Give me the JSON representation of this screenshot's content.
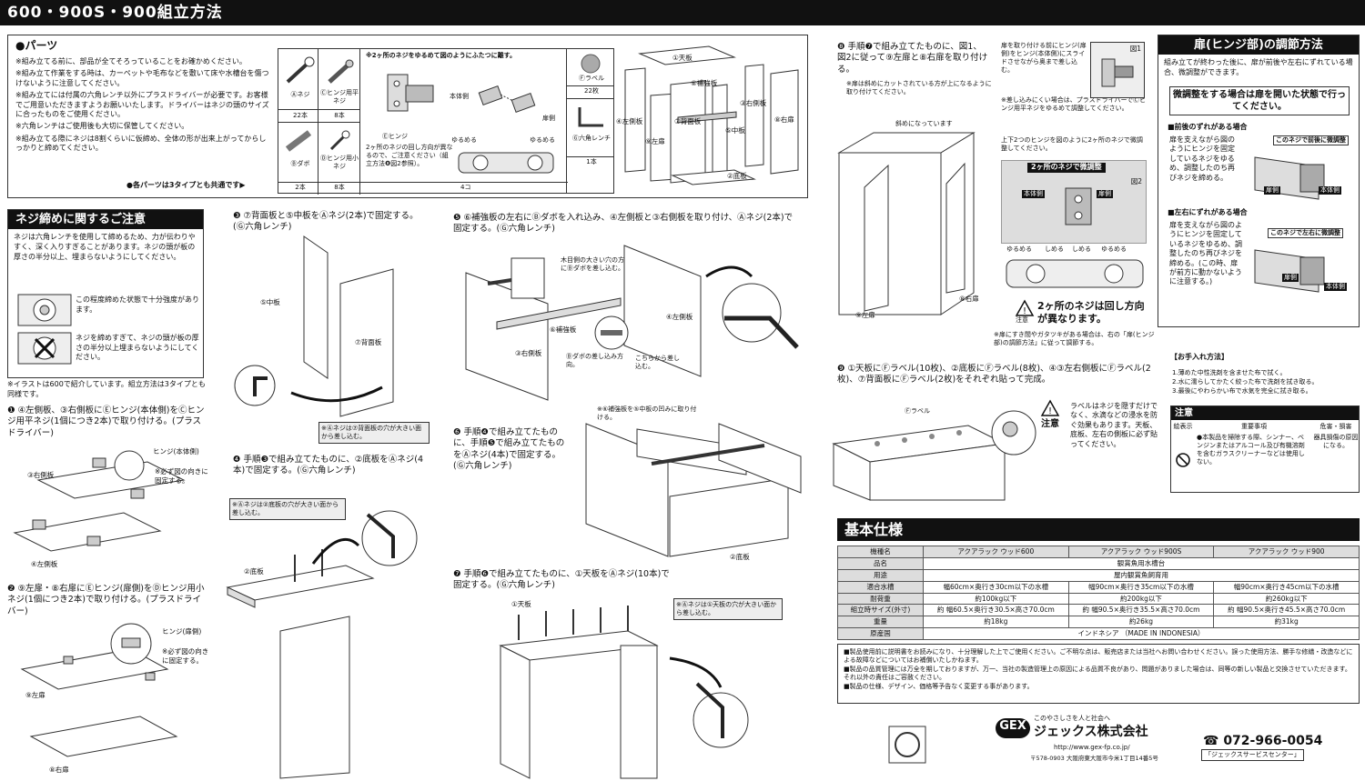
{
  "header": {
    "title": "600・900S・900組立方法"
  },
  "parts": {
    "heading": "●パーツ",
    "notes": [
      "※組み立てる前に、部品が全てそろっていることをお確かめください。",
      "※組み立て作業をする時は、カーペットや毛布などを敷いて床や水槽台を傷つけないように注意してください。",
      "※組み立てには付属の六角レンチ以外にプラスドライバーが必要です。お客様でご用意いただきますようお願いいたします。ドライバーはネジの頭のサイズに合ったものをご使用ください。",
      "※六角レンチはご使用後も大切に保管してください。",
      "※組み立てる際にネジは8割くらいに仮締め、全体の形が出来上がってからしっかりと締めてください。"
    ],
    "common_note": "●各パーツは3タイプとも共通です▶",
    "items": [
      {
        "name": "Ⓐネジ",
        "qty": "22本"
      },
      {
        "name": "Ⓒヒンジ用平ネジ",
        "qty": "8本"
      },
      {
        "name": "Ⓑダボ",
        "qty": "2本"
      },
      {
        "name": "Ⓓヒンジ用小ネジ",
        "qty": "8本"
      },
      {
        "name": "Ⓔヒンジ",
        "qty": "4コ"
      },
      {
        "name": "Ⓕラベル",
        "qty": "22枚"
      },
      {
        "name": "Ⓖ六角レンチ",
        "qty": "1本"
      }
    ],
    "hinge_note": "※2ヶ所のネジをゆるめて図のようにふたつに離す。",
    "hinge_side_body": "本体側",
    "hinge_side_door": "扉側",
    "loosen": "ゆるめる",
    "hinge_dir_note": "2ヶ所のネジの回し方向が異なるので、ご注意ください（組立方法❽図2参照）。",
    "panels": [
      "①天板",
      "②底板",
      "③右側板",
      "④左側板",
      "⑤中板",
      "⑥補強板",
      "⑦背面板",
      "⑧右扉",
      "⑨左扉"
    ]
  },
  "screw_caution": {
    "title": "ネジ締めに関するご注意",
    "text": "ネジは六角レンチを使用して締めるため、力が伝わりやすく、深く入りすぎることがあります。ネジの頭が板の厚さの半分以上、埋まらないようにしてください。",
    "ok": "この程度締めた状態で十分強度があります。",
    "ng": "ネジを締めすぎて、ネジの頭が板の厚さの半分以上埋まらないようにしてください。"
  },
  "illus_note": "※イラストは600で紹介しています。組立方法は3タイプとも同様です。",
  "steps": {
    "s1": "❶ ④左側板、③右側板にⒺヒンジ(本体側)をⒸヒンジ用平ネジ(1個につき2本)で取り付ける。(プラスドライバー)",
    "s1_hinge": "ヒンジ(本体側)",
    "s1_hinge_note": "※必ず図の向きに固定する。",
    "s2": "❷ ⑨左扉・⑧右扉にⒺヒンジ(扉側)をⒹヒンジ用小ネジ(1個につき2本)で取り付ける。(プラスドライバー)",
    "s2_hinge": "ヒンジ(扉側)",
    "s3": "❸ ⑦背面板と⑤中板をⒶネジ(2本)で固定する。(Ⓖ六角レンチ)",
    "s3_note": "※Ⓐネジは⑦背面板の穴が大きい面から差し込む。",
    "s4": "❹ 手順❸で組み立てたものに、②底板をⒶネジ(4本)で固定する。(Ⓖ六角レンチ)",
    "s4_note": "※Ⓐネジは②底板の穴が大きい面から差し込む。",
    "s5": "❺ ⑥補強板の左右にⒷダボを入れ込み、④左側板と③右側板を取り付け、Ⓐネジ(2本)で固定する。(Ⓖ六角レンチ)",
    "s5_grain": "木目側の大きい穴の方にⒷダボを差し込む。",
    "s5_dabo": "Ⓑダボの差し込み方向。",
    "s5_here": "こちらから差し込む。",
    "s6": "❻ 手順❹で組み立てたものに、手順❺で組み立てたものをⒶネジ(4本)で固定する。(Ⓖ六角レンチ)",
    "s6_note": "※⑥補強板を⑤中板の凹みに取り付ける。",
    "s7": "❼ 手順❻で組み立てたものに、①天板をⒶネジ(10本)で固定する。(Ⓖ六角レンチ)",
    "s7_note": "※Ⓐネジは①天板の穴が大きい面から差し込む。",
    "s8": "❽ 手順❼で組み立てたものに、図1、図2に従って⑨左扉と⑧右扉を取り付ける。",
    "s8_note": "※扉は斜めにカットされている方が上になるように取り付けてください。",
    "s8_slant": "斜めになっています",
    "s8_fig1": "扉を取り付ける前にヒンジ(扉側)をヒンジ(本体側)にスライドさせながら奥まで差し込む。",
    "s8_fig1b": "※差し込みにくい場合は、プラスドライバーでⒸヒンジ用平ネジをゆるめて調整してください。",
    "s8_fig2": "上下2つのヒンジを図のように2ヶ所のネジで微調整してください。",
    "s8_fine": "2ヶ所のネジで微調整",
    "s8_turn": "2ヶ所のネジは回し方向が異なります。",
    "s8_loose": "ゆるめる",
    "s8_tight": "しめる",
    "s8_caution": "注意",
    "s8_bottom": "※扉にすき間やガタツキがある場合は、右の「扉(ヒンジ部)の調節方法」に従って調節する。",
    "fig1": "図1",
    "fig2": "図2",
    "s9": "❾ ①天板にⒻラベル(10枚)、②底板にⒻラベル(8枚)、④③左右側板にⒻラベル(2枚)、⑦背面板にⒻラベル(2枚)をそれぞれ貼って完成。",
    "s9_label": "Ⓕラベル",
    "s9_caution": "ラベルはネジを隠すだけでなく、水滴などの浸水を防ぐ効果もあります。天板、底板、左右の側板に必ず貼ってください。"
  },
  "door_adjust": {
    "title": "扉(ヒンジ部)の調節方法",
    "text": "組み立てが終わった後に、扉が前後や左右にずれている場合、微調整ができます。",
    "notice": "微調整をする場合は扉を開いた状態で行ってください。",
    "fb_title": "■前後のずれがある場合",
    "fb_text": "扉を支えながら図のようにヒンジを固定しているネジをゆるめ、調整したのち再びネジを締める。",
    "fb_screw": "このネジで前後に微調整",
    "lr_title": "■左右にずれがある場合",
    "lr_text": "扉を支えながら図のようにヒンジを固定しているネジをゆるめ、調整したのち再びネジを締める。(この時、扉が前方に動かないように注意する。)",
    "lr_screw": "このネジで左右に微調整",
    "door": "扉側",
    "body": "本体側"
  },
  "care": {
    "title": "【お手入れ方法】",
    "items": [
      "1.薄めた中性洗剤を含ませた布で拭く。",
      "2.水に濡らしてかたく絞った布で洗剤を拭き取る。",
      "3.最後にやわらかい布で水気を完全に拭き取る。"
    ],
    "warn_title": "注意",
    "col1": "絵表示",
    "col2": "重要事項",
    "col3": "危害・損害",
    "warn_text": "●本製品を掃除する際、シンナー、ベンジンまたはアルコール及び有機溶剤を含むガラスクリーナーなどは使用しない。",
    "warn_cause": "器具損傷の原因になる。"
  },
  "specs": {
    "title": "基本仕様",
    "headers": [
      "機種名",
      "アクアラック ウッド600",
      "アクアラック ウッド900S",
      "アクアラック ウッド900"
    ],
    "rows": [
      [
        "品名",
        "観賞魚用水槽台",
        "",
        ""
      ],
      [
        "用途",
        "屋内観賞魚飼育用",
        "",
        ""
      ],
      [
        "適合水槽",
        "幅60cm×奥行き30cm以下の水槽",
        "幅90cm×奥行き35cm以下の水槽",
        "幅90cm×奥行き45cm以下の水槽"
      ],
      [
        "耐荷重",
        "約100kg以下",
        "約200kg以下",
        "約260kg以下"
      ],
      [
        "組立時サイズ(外寸)",
        "約 幅60.5×奥行き30.5×高さ70.0cm",
        "約 幅90.5×奥行き35.5×高さ70.0cm",
        "約 幅90.5×奥行き45.5×高さ70.0cm"
      ],
      [
        "重量",
        "約18kg",
        "約26kg",
        "約31kg"
      ],
      [
        "原産国",
        "インドネシア （MADE IN INDONESIA）",
        "",
        ""
      ]
    ]
  },
  "footer_notes": [
    "■製品使用前に説明書をお読みになり、十分理解した上でご使用ください。ご不明な点は、販売店または当社へお問い合わせください。誤った使用方法、勝手な修繕・改造などによる故障などについてはお補償いたしかねます。",
    "■製品の品質管理には万全を期しておりますが、万一、当社の製造管理上の原因による品質不良があり、問題がありました場合は、同等の新しい製品と交換させていただきます。それ以外の責任はご容赦ください。",
    "■製品の仕様、デザイン、価格等予告なく変更する事があります。"
  ],
  "company": {
    "tagline": "このやさしさを人と社会へ",
    "name": "ジェックス株式会社",
    "url": "http://www.gex-fp.co.jp/",
    "address": "〒578-0903 大阪府東大阪市今米1丁目14番5号",
    "phone": "072-966-0054",
    "center": "「ジェックスサービスセンター」",
    "logo": "GEX"
  }
}
